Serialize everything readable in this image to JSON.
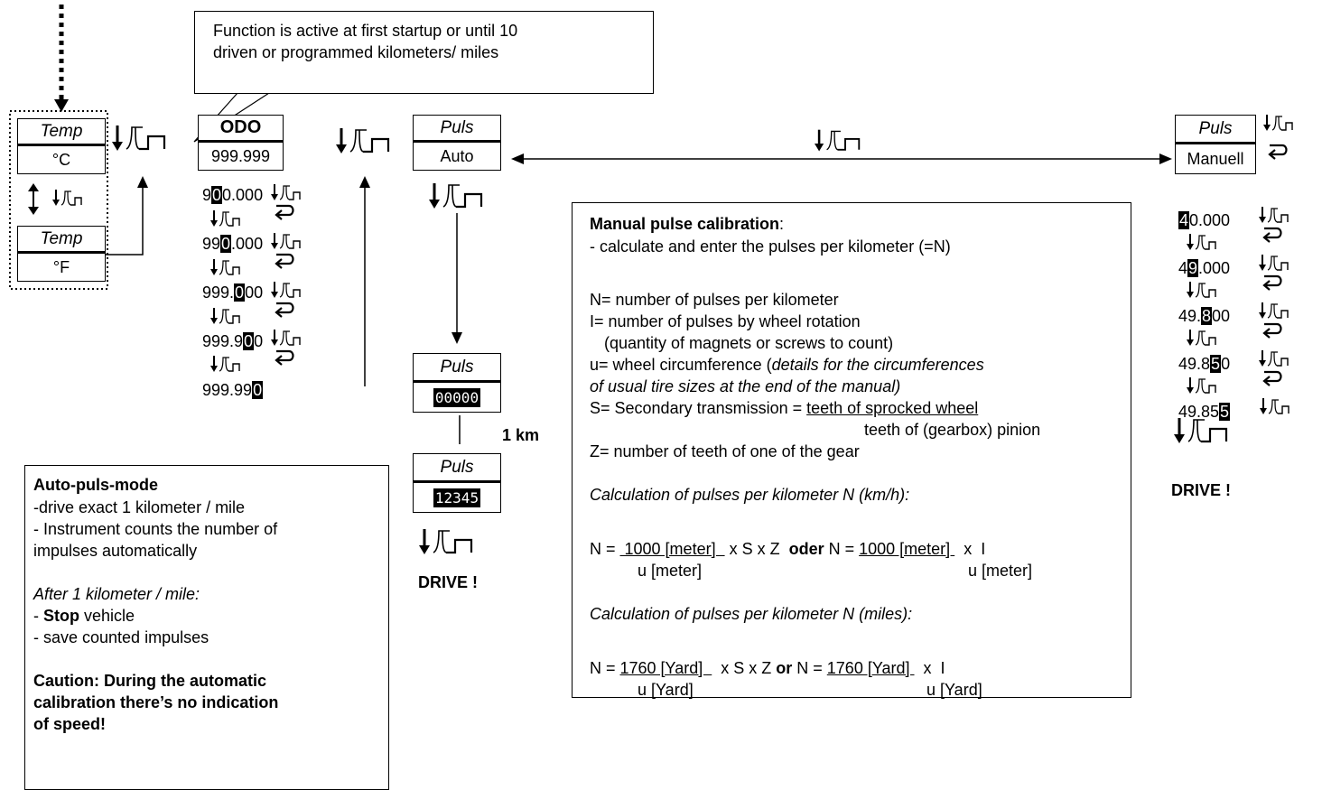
{
  "callout": {
    "line1": "Function is active at first startup or until 10",
    "line2": "driven or programmed kilometers/ miles"
  },
  "temp_c": {
    "top": "Temp",
    "bottom": "°C"
  },
  "temp_f": {
    "top": "Temp",
    "bottom": "°F"
  },
  "odo": {
    "top": "ODO",
    "bottom": "999.999"
  },
  "odo_steps": [
    {
      "pre": "9",
      "hi": "0",
      "post": "0.000"
    },
    {
      "pre": "99",
      "hi": "0",
      "post": ".000"
    },
    {
      "pre": "999.",
      "hi": "0",
      "post": "00"
    },
    {
      "pre": "999.9",
      "hi": "0",
      "post": "0"
    },
    {
      "pre": "999.99",
      "hi": "0",
      "post": ""
    }
  ],
  "puls_auto": {
    "top": "Puls",
    "bottom": "Auto"
  },
  "puls_zero": {
    "top": "Puls",
    "bottom": "00000"
  },
  "puls_count": {
    "top": "Puls",
    "bottom": "12345"
  },
  "puls_manual": {
    "top": "Puls",
    "bottom": "Manuell"
  },
  "manual_steps": [
    {
      "pre": "",
      "hi": "4",
      "post": "0.000"
    },
    {
      "pre": "4",
      "hi": "9",
      "post": ".000"
    },
    {
      "pre": "49.",
      "hi": "8",
      "post": "00"
    },
    {
      "pre": "49.8",
      "hi": "5",
      "post": "0"
    },
    {
      "pre": "49.85",
      "hi": "5",
      "post": ""
    }
  ],
  "km_label": "1 km",
  "drive_center": "DRIVE !",
  "drive_right": "DRIVE !",
  "auto_box": {
    "title": "Auto-puls-mode",
    "l1": "-drive exact 1 kilometer / mile",
    "l2": "- Instrument counts the number of",
    "l3": "impulses automatically",
    "l4": "After 1 kilometer / mile:",
    "l5_pre": "- ",
    "l5_bold": "Stop",
    "l5_post": " vehicle",
    "l6": "- save counted impulses",
    "caution1": "Caution: During the automatic",
    "caution2": "calibration there’s no indication",
    "caution3": "of speed!"
  },
  "manual_box": {
    "title": "Manual pulse calibration",
    "title_colon": ":",
    "l1": "- calculate and enter the pulses per kilometer (=N)",
    "n_def": "N= number of pulses per kilometer",
    "i_def": "I= number of pulses by wheel rotation",
    "i_def2": "(quantity of magnets or screws to count)",
    "u_def_pre": "u= wheel circumference (",
    "u_def_it": "details for the circumferences",
    "u_def2": "of usual tire sizes at the end of the manual)",
    "s_def_pre": "S= Secondary transmission = ",
    "s_def_num": "teeth of sprocked wheel",
    "s_def_den": "teeth of (gearbox) pinion",
    "z_def": "Z= number of teeth of one of the gear",
    "calc_km": "Calculation of pulses per kilometer N (km/h):",
    "f1_n": "N = ",
    "f1_num": " 1000 [meter]  ",
    "f1_mid": " x S x Z  ",
    "f1_oder": "oder",
    "f1_n2": " N = ",
    "f1_num2": "1000 [meter] ",
    "f1_end": "  x  I",
    "f1_den": "u [meter]",
    "f1_den2": "u [meter]",
    "calc_mi": "Calculation of pulses per kilometer N (miles):",
    "f2_n": "N = ",
    "f2_num": "1760 [Yard]  ",
    "f2_mid": "  x S x Z ",
    "f2_or": "or",
    "f2_n2": " N = ",
    "f2_num2": "1760 [Yard] ",
    "f2_end": "  x  I",
    "f2_den": "u [Yard]",
    "f2_den2": "u [Yard]"
  }
}
